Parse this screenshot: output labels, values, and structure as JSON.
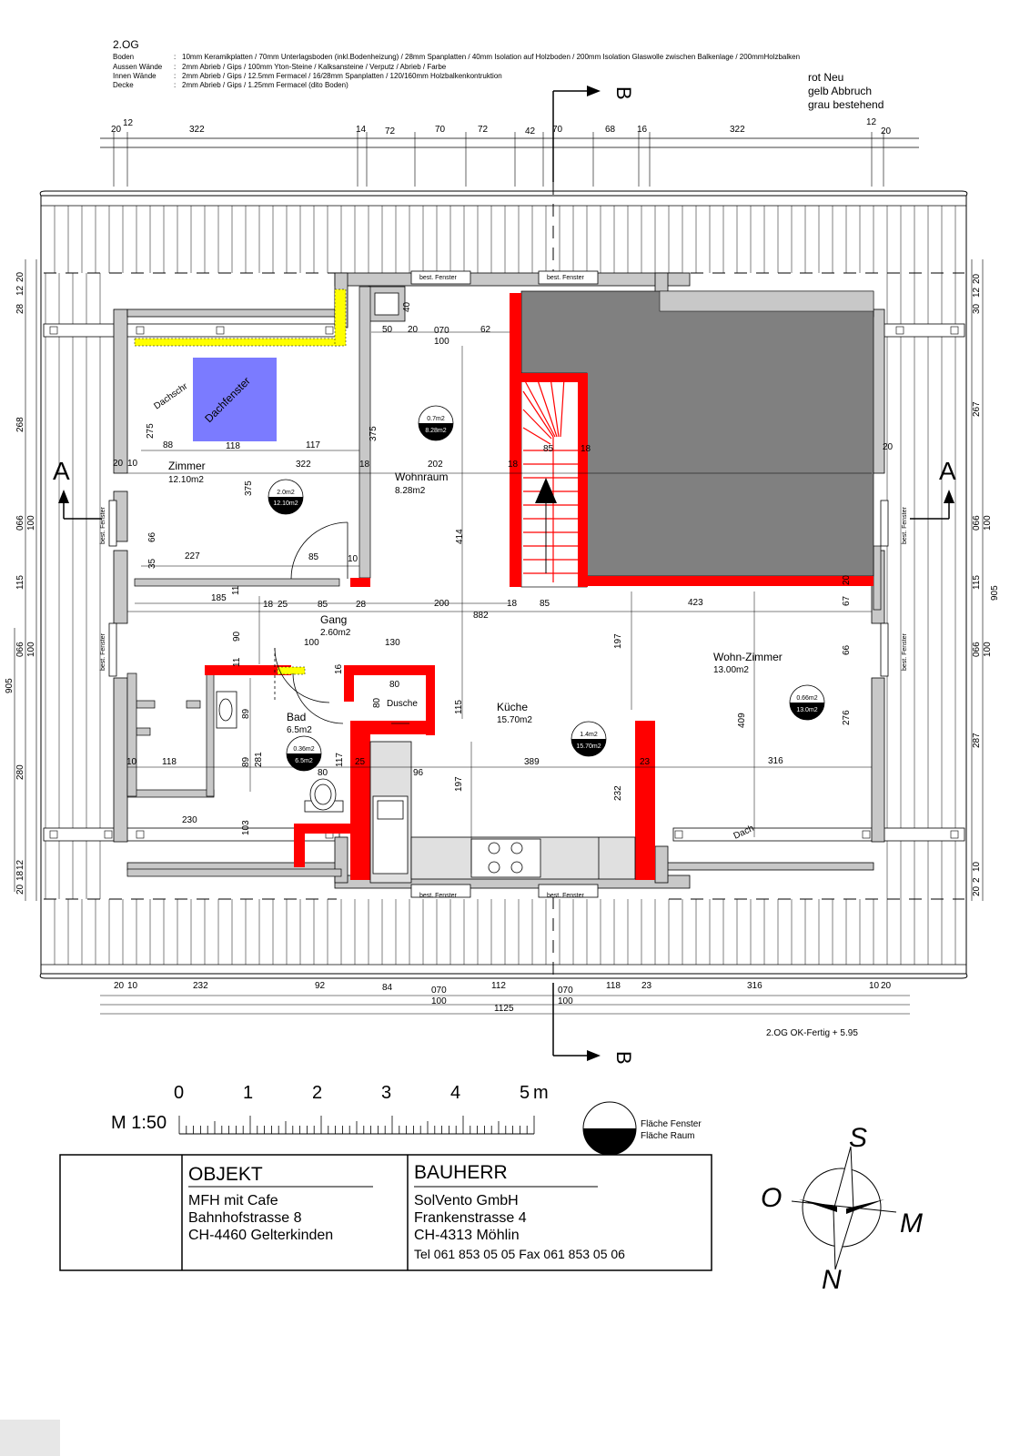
{
  "header": {
    "level": "2.OG",
    "specs": [
      {
        "label": "Boden",
        "text": "10mm Keramikplatten / 70mm Unterlagsboden (inkl.Bodenheizung) / 28mm Spanplatten / 40mm Isolation auf Holzboden / 200mm Isolation Glaswolle zwischen Balkenlage / 200mmHolzbalken"
      },
      {
        "label": "Aussen Wände",
        "text": "2mm Abrieb / Gips / 100mm Yton-Steine / Kalksansteine / Verputz / Abrieb / Farbe"
      },
      {
        "label": "Innen Wände",
        "text": "2mm Abrieb / Gips / 12.5mm Fermacel / 16/28mm Spanplatten / 120/160mm Holzbalkenkontruktion"
      },
      {
        "label": "Decke",
        "text": "2mm Abrieb / Gips / 1.25mm Fermacel (dito Boden)"
      }
    ]
  },
  "color_legend": [
    {
      "text": "rot    Neu",
      "color": "#ff0000"
    },
    {
      "text": "gelb  Abbruch",
      "color": "#ffff00"
    },
    {
      "text": "grau bestehend",
      "color": "#c8c8c8"
    }
  ],
  "colors": {
    "new": "#ff0000",
    "demolition": "#ffff00",
    "existing": "#c8c8c8",
    "stair_void": "#808080",
    "skylight": "#7b7bff"
  },
  "section_marks": {
    "a": "A",
    "b": "B"
  },
  "dims": {
    "top": [
      "20",
      "12",
      "322",
      "14",
      "72",
      "70",
      "72",
      "42",
      "70",
      "68",
      "16",
      "322",
      "12",
      "20"
    ],
    "bottom": [
      "20",
      "10",
      "232",
      "92",
      "84",
      "070",
      "100",
      "112",
      "070",
      "100",
      "118",
      "23",
      "316",
      "10",
      "20",
      "1125"
    ],
    "left": [
      "20",
      "12",
      "28",
      "268",
      "066",
      "100",
      "115",
      "066",
      "100",
      "280",
      "20",
      "18",
      "12",
      "905"
    ],
    "right": [
      "20",
      "12",
      "30",
      "267",
      "066",
      "100",
      "115",
      "066",
      "100",
      "287",
      "20",
      "2",
      "10",
      "905"
    ],
    "interior": [
      "40",
      "50",
      "20",
      "070",
      "100",
      "62",
      "275",
      "88",
      "118",
      "117",
      "375",
      "375",
      "20",
      "10",
      "322",
      "18",
      "202",
      "18",
      "85",
      "18",
      "20",
      "66",
      "35",
      "227",
      "85",
      "10",
      "414",
      "185",
      "11",
      "18",
      "25",
      "85",
      "28",
      "200",
      "18",
      "85",
      "423",
      "67",
      "20",
      "882",
      "90",
      "100",
      "130",
      "197",
      "66",
      "11",
      "16",
      "80",
      "80",
      "115",
      "89",
      "10",
      "118",
      "89",
      "281",
      "117",
      "25",
      "96",
      "80",
      "389",
      "23",
      "316",
      "409",
      "276",
      "232",
      "197",
      "230",
      "103"
    ]
  },
  "rooms": [
    {
      "name": "Zimmer",
      "area": "12.10m2",
      "window_area": "2.0m2",
      "floor_area": "12.10m2"
    },
    {
      "name": "Wohnraum",
      "area": "8.28m2",
      "window_area": "0.7m2",
      "floor_area": "8.28m2"
    },
    {
      "name": "Gang",
      "area": "2.60m2"
    },
    {
      "name": "Bad",
      "area": "6.5m2",
      "window_area": "0.36m2",
      "floor_area": "6.5m2"
    },
    {
      "name": "Küche",
      "area": "15.70m2",
      "window_area": "1.4m2",
      "floor_area": "15.70m2"
    },
    {
      "name": "Wohn-Zimmer",
      "area": "13.00m2",
      "window_area": "0.66m2",
      "floor_area": "13.0m2"
    }
  ],
  "labels": {
    "dachfenster": "Dachfenster",
    "dachschraege": "Dachschr",
    "dusche": "Dusche",
    "window_tag": "best. Fenster",
    "dach": "Dach",
    "level_note": "2.OG  OK-Fertig + 5.95"
  },
  "scale": {
    "label": "M 1:50",
    "ticks": [
      "0",
      "1",
      "2",
      "3",
      "4",
      "5"
    ],
    "unit": "m"
  },
  "symbol_legend": {
    "top": "Fläche Fenster",
    "bottom": "Fläche Raum"
  },
  "title_block": {
    "objekt": {
      "heading": "OBJEKT",
      "lines": [
        "MFH mit Cafe",
        "Bahnhofstrasse 8",
        "CH-4460 Gelterkinden"
      ]
    },
    "bauherr": {
      "heading": "BAUHERR",
      "lines": [
        "SolVento GmbH",
        "Frankenstrasse 4",
        "CH-4313 Möhlin",
        "Tel  061 853 05 05 Fax 061 853 05 06"
      ]
    }
  },
  "compass": {
    "s": "S",
    "o": "O",
    "m": "M",
    "n": "N"
  }
}
